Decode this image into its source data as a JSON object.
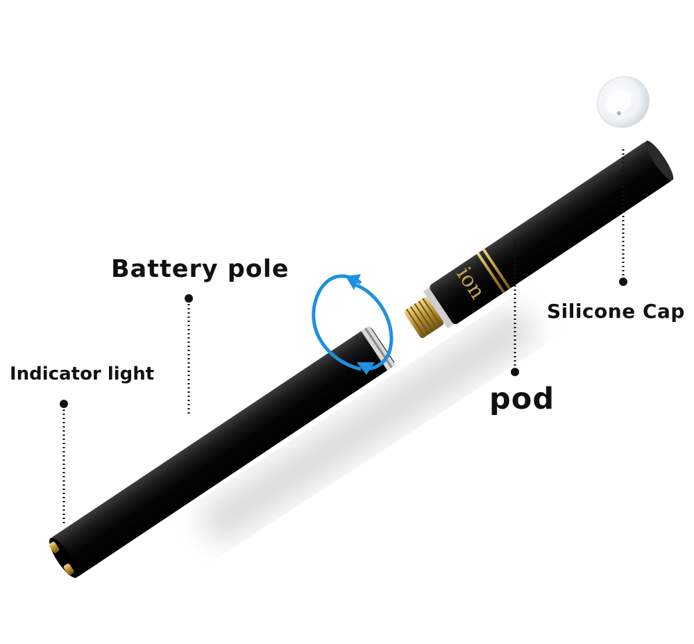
{
  "labels": {
    "battery_pole": "Battery pole",
    "indicator_light": "Indicator light",
    "silicone_cap": "Silicone Cap",
    "pod": "pod"
  },
  "brand_mark": "ion",
  "colors": {
    "body": "#0d0d0d",
    "gold": "#c9a24a",
    "arrow": "#1e90e0",
    "cap": "#eef3f5",
    "leader": "#111111"
  }
}
